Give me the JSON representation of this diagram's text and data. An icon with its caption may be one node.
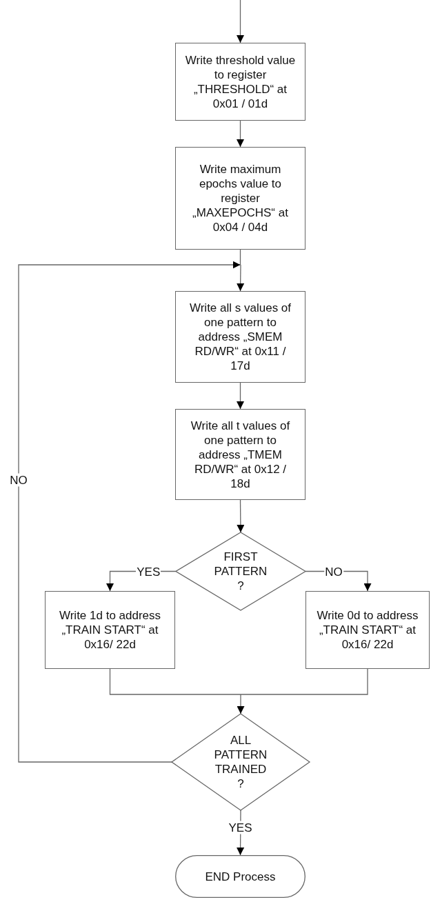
{
  "diagram": {
    "nodes": [
      {
        "text": [
          "Write threshold value to register „THRESHOLD“ at 0x01 / 01d"
        ]
      },
      {
        "text": [
          "Write maximum epochs value to register „MAXEPOCHS“ at 0x04 / 04d"
        ]
      },
      {
        "text": [
          "Write all s values of one pattern to address „SMEM RD/WR“ at 0x11 / 17d"
        ]
      },
      {
        "text": [
          "Write all t values of one pattern to address „TMEM RD/WR“ at 0x12 / 18d"
        ]
      },
      {
        "text": [
          "FIRST PATTERN ?"
        ]
      },
      {
        "text": [
          "Write 1d to address „TRAIN START“ at 0x16/ 22d"
        ]
      },
      {
        "text": [
          "Write 0d to address „TRAIN START“ at 0x16/ 22d"
        ]
      },
      {
        "text": [
          "ALL PATTERN TRAINED ?"
        ]
      },
      {
        "text": [
          "END Process"
        ]
      }
    ],
    "edges": [
      {
        "from": null,
        "to": 0,
        "arrow": "to"
      },
      {
        "from": 0,
        "to": 1,
        "arrow": "to"
      },
      {
        "from": 1,
        "to": 2,
        "arrow": "to"
      },
      {
        "from": 2,
        "to": 3,
        "arrow": "to"
      },
      {
        "from": 3,
        "to": 4,
        "arrow": "to"
      },
      {
        "from": 4,
        "to": 5,
        "arrow": "to",
        "label": "YES"
      },
      {
        "from": 4,
        "to": 6,
        "arrow": "to",
        "label": "NO"
      },
      {
        "from": 5,
        "to": 7,
        "arrow": "to"
      },
      {
        "from": 6,
        "to": 7,
        "arrow": "to"
      },
      {
        "from": 7,
        "to": 2,
        "arrow": "to",
        "label": "NO"
      },
      {
        "from": 7,
        "to": 8,
        "arrow": "to",
        "label": "YES"
      }
    ]
  }
}
